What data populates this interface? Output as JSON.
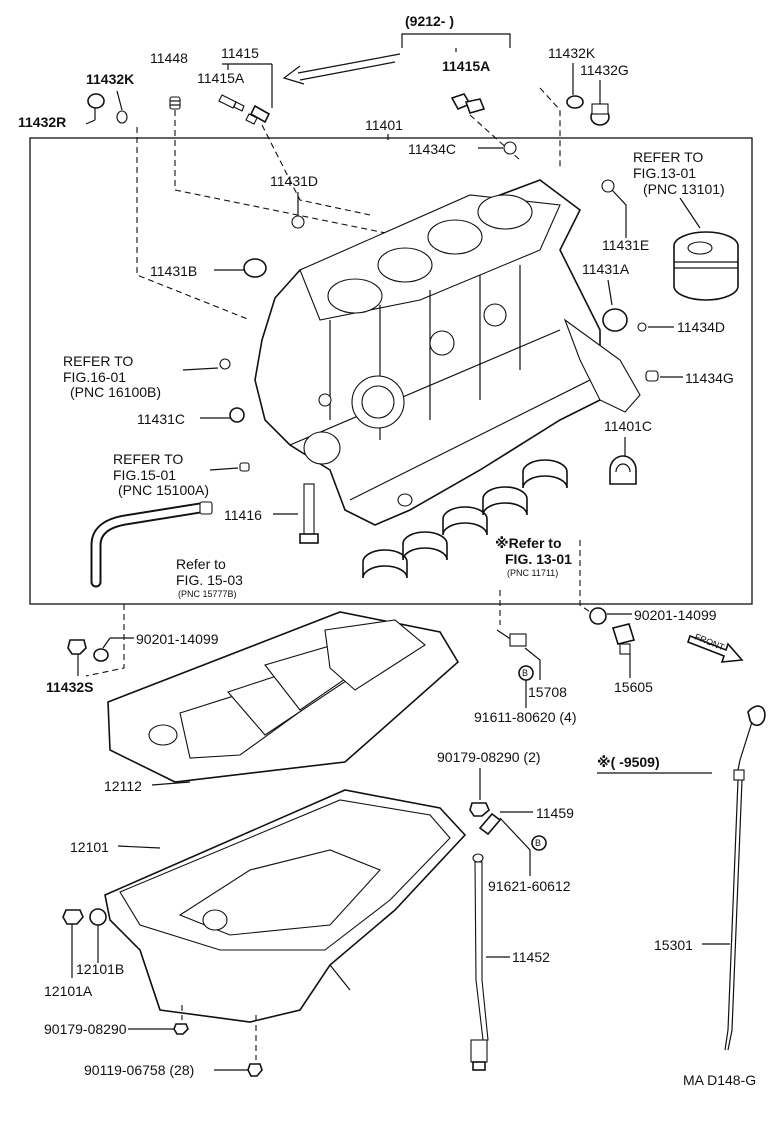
{
  "diagram_id": "MA D148-G",
  "header": {
    "range": "(9212-        )"
  },
  "refs": {
    "fig13_block": [
      "REFER TO",
      "FIG.13-01",
      "(PNC 13101)"
    ],
    "fig16": [
      "REFER TO",
      "FIG.16-01",
      "(PNC 16100B)"
    ],
    "fig15_upper": [
      "REFER TO",
      "FIG.15-01",
      "(PNC 15100A)"
    ],
    "fig15_lower": [
      "Refer to",
      "FIG. 15-03",
      "(PNC 15777B)"
    ],
    "fig13_bearing": [
      "※Refer to",
      "FIG. 13-01",
      "(PNC 11711)"
    ]
  },
  "note_range": "※(      -9509)",
  "front_label": "FRONT",
  "parts": {
    "p11448": "11448",
    "p11415": "11415",
    "p11415A_left": "11415A",
    "p11415A_right": "11415A",
    "p11432K_left": "11432K",
    "p11432R": "11432R",
    "p11432K_right": "11432K",
    "p11432G": "11432G",
    "p11401": "11401",
    "p11434C": "11434C",
    "p11431D": "11431D",
    "p11431E": "11431E",
    "p11431B": "11431B",
    "p11431A": "11431A",
    "p11434D": "11434D",
    "p11434G": "11434G",
    "p11431C": "11431C",
    "p11401C": "11401C",
    "p11416": "11416",
    "p90201_right": "90201-14099",
    "p90201_left": "90201-14099",
    "p11432S": "11432S",
    "p15708": "15708",
    "p15605": "15605",
    "p91611": "91611-80620 (4)",
    "p90179_2": "90179-08290 (2)",
    "p11459": "11459",
    "p12112": "12112",
    "p12101": "12101",
    "p91621": "91621-60612",
    "p12101B": "12101B",
    "p12101A": "12101A",
    "p11452": "11452",
    "p15301": "15301",
    "p90179_bottom": "90179-08290",
    "p90119": "90119-06758 (28)"
  },
  "marker_b": "B"
}
